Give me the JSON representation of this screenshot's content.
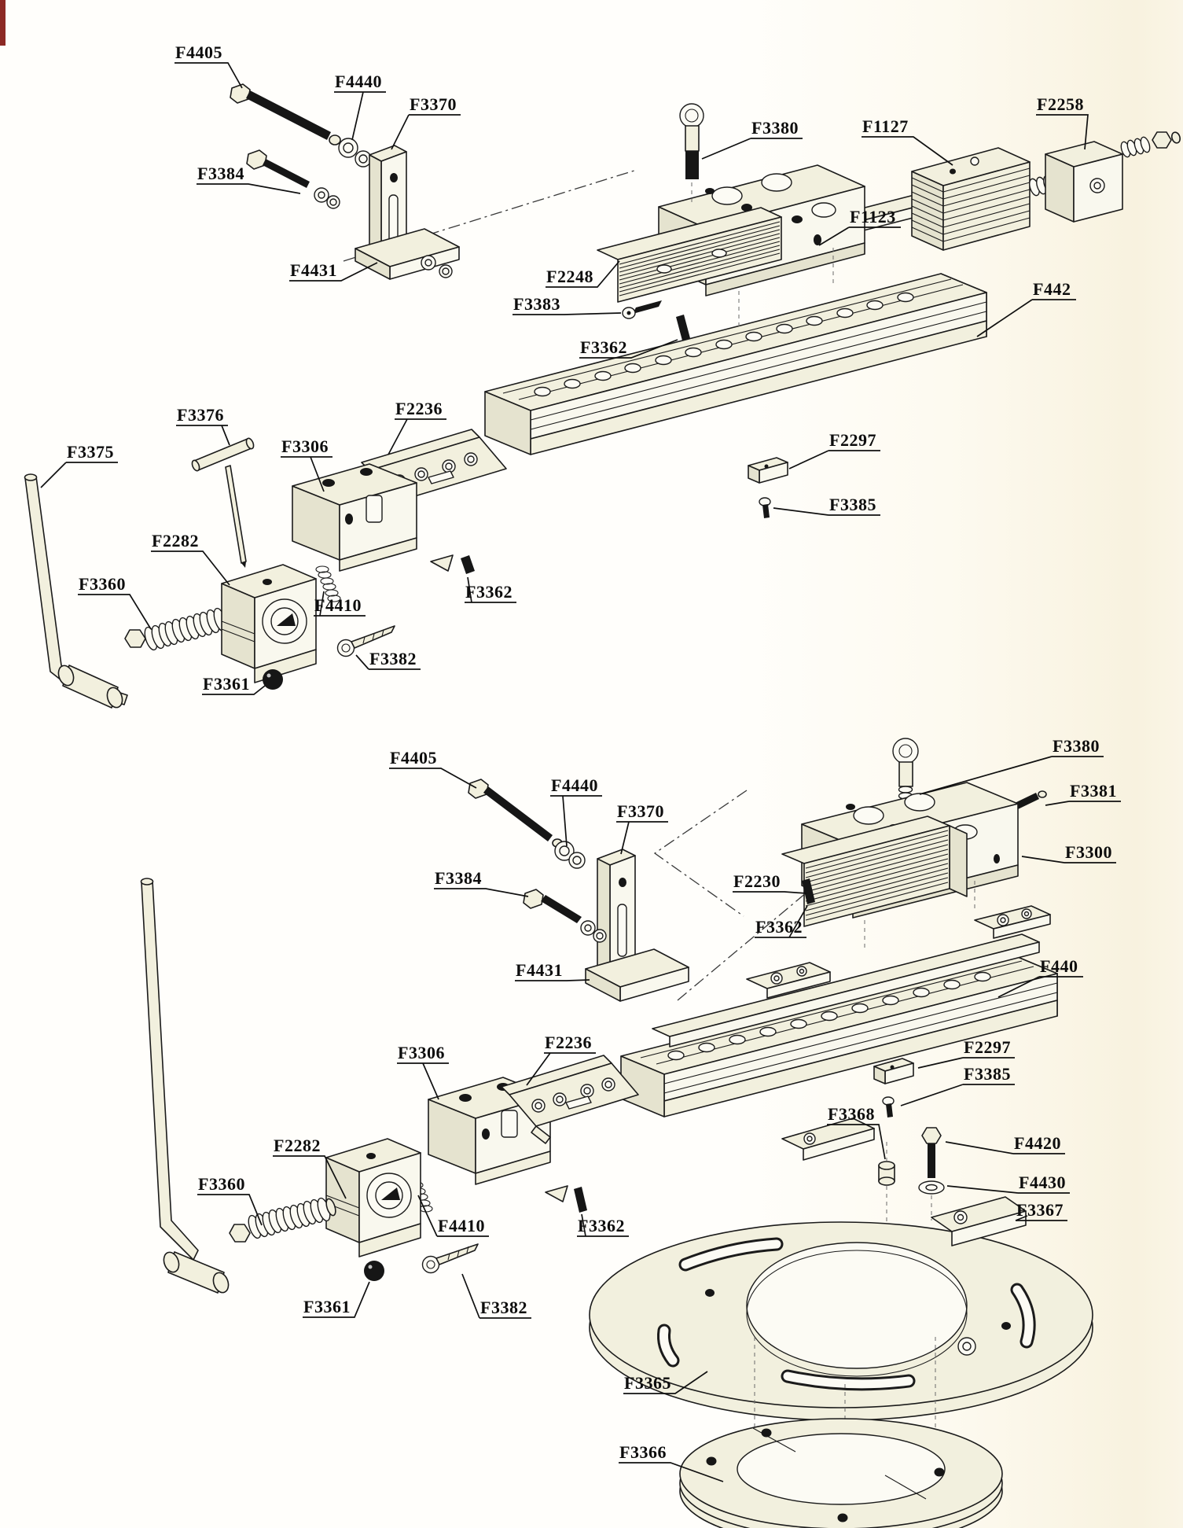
{
  "document": {
    "type": "exploded-parts-diagram",
    "description": "Catalog sheet with two isometric exploded views of precision toolmaker vises, each part tagged with an underlined part-number callout",
    "colors": {
      "paper": "#fffefb",
      "part_fill": "#f2f0de",
      "line": "#1b1b1b",
      "hardware_dark": "#161616"
    }
  },
  "diagrams": {
    "upper": {
      "id": "plain-precision-vise",
      "labels": {
        "f4405": "F4405",
        "f4440": "F4440",
        "f3370": "F3370",
        "f3384": "F3384",
        "f4431": "F4431",
        "f3380": "F3380",
        "f1127": "F1127",
        "f2258": "F2258",
        "f1123": "F1123",
        "f2248": "F2248",
        "f3383": "F3383",
        "f3362a": "F3362",
        "f442": "F442",
        "f2297": "F2297",
        "f3385": "F3385",
        "f2236": "F2236",
        "f3306": "F3306",
        "f3376": "F3376",
        "f3375": "F3375",
        "f2282": "F2282",
        "f3360": "F3360",
        "f4410": "F4410",
        "f3382": "F3382",
        "f3361": "F3361",
        "f3362b": "F3362"
      }
    },
    "lower": {
      "id": "swivel-base-precision-vise",
      "labels": {
        "f4405": "F4405",
        "f4440": "F4440",
        "f3370": "F3370",
        "f3384": "F3384",
        "f4431": "F4431",
        "f3380": "F3380",
        "f3381": "F3381",
        "f3300": "F3300",
        "f2230": "F2230",
        "f3362a": "F3362",
        "f440": "F440",
        "f2297": "F2297",
        "f3385": "F3385",
        "f3368": "F3368",
        "f4420": "F4420",
        "f4430": "F4430",
        "f3367": "F3367",
        "f2236": "F2236",
        "f3306": "F3306",
        "f2282": "F2282",
        "f3360": "F3360",
        "f4410": "F4410",
        "f3362b": "F3362",
        "f3361": "F3361",
        "f3382": "F3382",
        "f3365": "F3365",
        "f3366": "F3366"
      }
    }
  }
}
